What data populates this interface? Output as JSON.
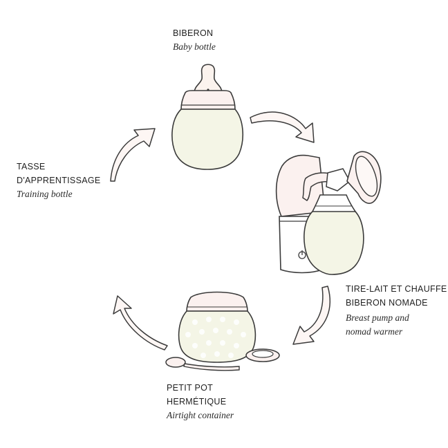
{
  "colors": {
    "outline": "#3a3a3a",
    "fill_cream": "#f4f5e6",
    "fill_nipple": "#fbf3ee",
    "fill_pink": "#fbf1ef",
    "arrow_fill": "#fdf6f4",
    "dots": "#ffffff"
  },
  "nodes": {
    "biberon": {
      "title": "BIBERON",
      "subtitle": "Baby bottle",
      "icon": "baby-bottle-icon"
    },
    "tire_lait": {
      "title_1": "TIRE-LAIT ET CHAUFFE",
      "title_2": "BIBERON NOMADE",
      "subtitle_1": "Breast pump and",
      "subtitle_2": "nomad warmer",
      "icon": "breast-pump-warmer-icon"
    },
    "petit_pot": {
      "title_1": "PETIT POT",
      "title_2": "HERMÉTIQUE",
      "subtitle": "Airtight container",
      "icon": "airtight-container-icon"
    },
    "tasse": {
      "title_1": "TASSE",
      "title_2": "D'APPRENTISSAGE",
      "subtitle": "Training bottle"
    }
  },
  "arrows": [
    "arrow-bottle-to-pump",
    "arrow-pump-to-container",
    "arrow-container-to-cup",
    "arrow-cup-to-bottle"
  ]
}
